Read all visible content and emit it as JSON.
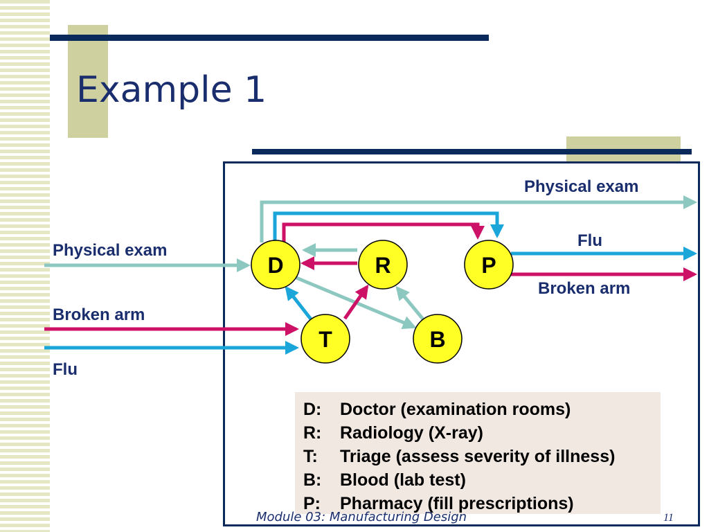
{
  "slide": {
    "title": "Example 1",
    "footer": "Module 03: Manufacturing Design",
    "page_number": "11"
  },
  "nodes": {
    "D": "D",
    "R": "R",
    "P": "P",
    "T": "T",
    "B": "B"
  },
  "flows": {
    "left_physical": "Physical exam",
    "left_broken": "Broken arm",
    "left_flu": "Flu",
    "right_physical": "Physical exam",
    "right_flu": "Flu",
    "right_broken": "Broken arm"
  },
  "legend": [
    {
      "code": "D:",
      "text": "Doctor (examination rooms)"
    },
    {
      "code": "R:",
      "text": "Radiology (X-ray)"
    },
    {
      "code": "T:",
      "text": "Triage (assess severity of illness)"
    },
    {
      "code": "B:",
      "text": "Blood (lab test)"
    },
    {
      "code": "P:",
      "text": "Pharmacy (fill prescriptions)"
    }
  ],
  "colors": {
    "physical_exam": "#8cc8c0",
    "flu": "#1aa6d8",
    "broken_arm": "#cc1166",
    "node_fill": "#ffff26",
    "dark_blue": "#0a2a5c"
  }
}
